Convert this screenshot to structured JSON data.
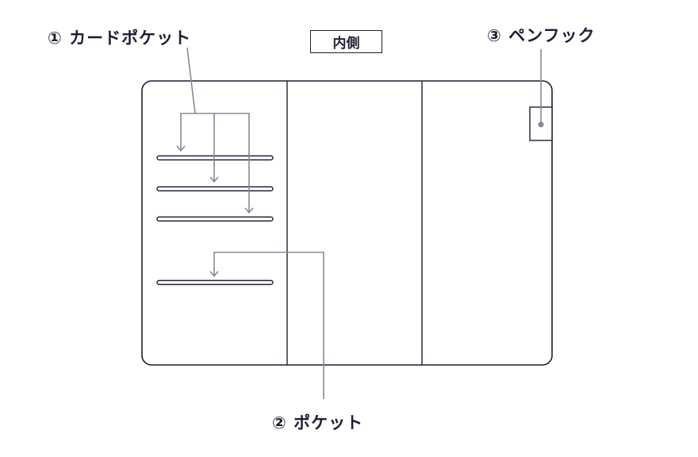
{
  "title": "内側",
  "labels": {
    "card_pocket": "① カードポケット",
    "pocket": "② ポケット",
    "pen_hook": "③ ペンフック"
  },
  "colors": {
    "outline": "#1f1f33",
    "leader": "#8a8898"
  }
}
